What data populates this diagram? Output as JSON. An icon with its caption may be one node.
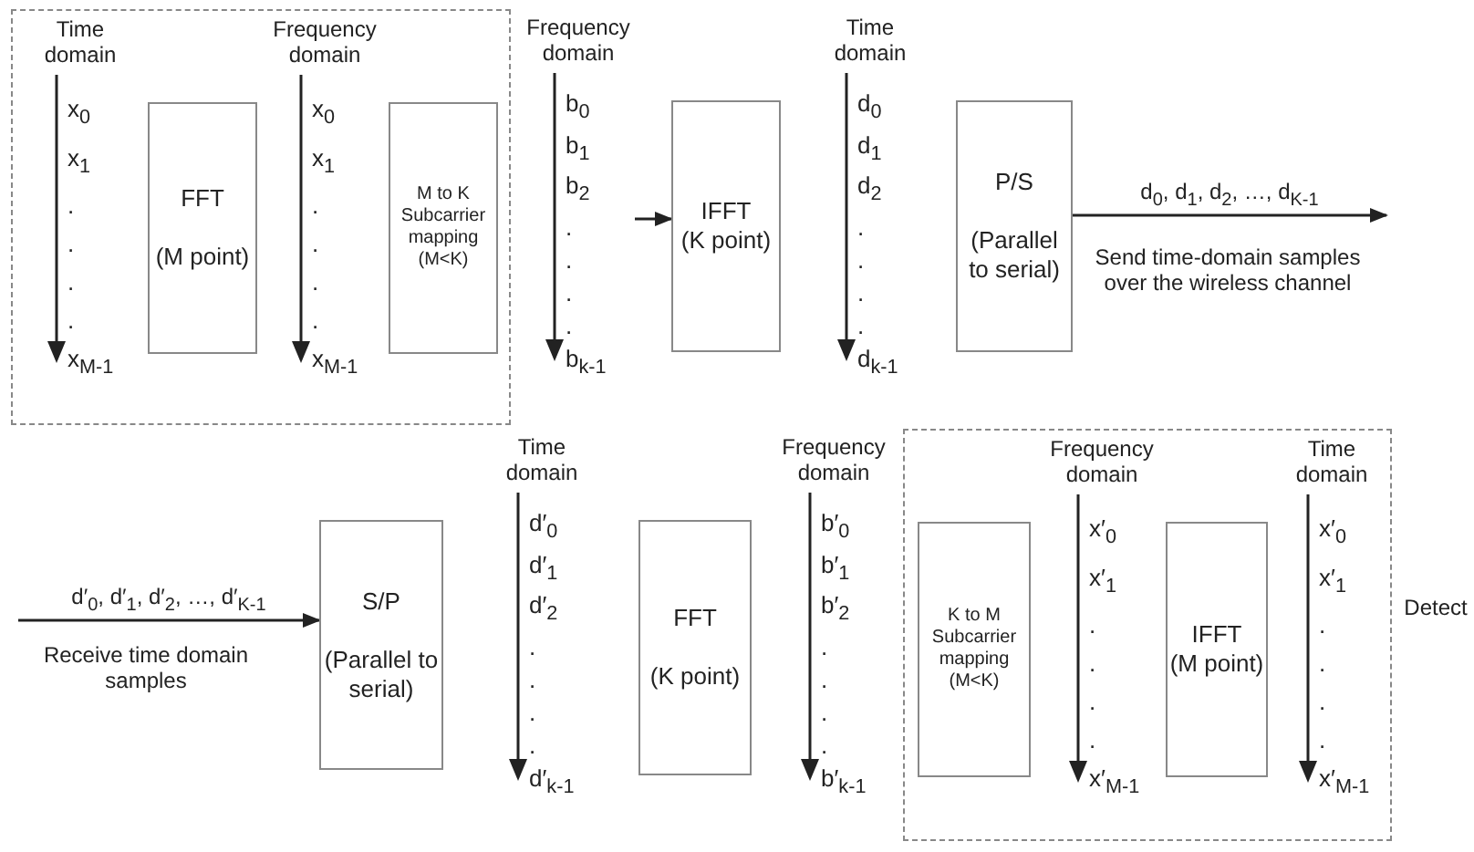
{
  "diagram": {
    "nodes": [
      {
        "text": [],
        "shape": "box"
      },
      {
        "text": [
          "Time domain",
          "x$_{0}$ x$_{1}$ . . . . x$_{M-1}$"
        ],
        "in": 0
      },
      {
        "text": [
          "FFT",
          "(M point)"
        ],
        "in": 0
      },
      {
        "text": [
          "Frequency domain",
          "x$_{0}$ x$_{1}$ . . . . x$_{M-1}$"
        ],
        "in": 0
      },
      {
        "text": [
          "M to K Subcarrier mapping (M<K)"
        ],
        "in": 0
      },
      {
        "text": [
          "Frequency domain",
          "b$_{0}$ b$_{1}$ b$_{2}$ . . . . b$_{k-1}$"
        ]
      },
      {
        "text": [
          "IFFT",
          "(K point)"
        ]
      },
      {
        "text": [
          "Time domain",
          "d$_{0}$ d$_{1}$ d$_{2}$ . . . . d$_{k-1}$"
        ]
      },
      {
        "text": [
          "P/S",
          "(Parallel to serial)"
        ]
      },
      {
        "text": [
          "S/P",
          "(Parallel to serial)"
        ]
      },
      {
        "text": [
          "Time domain",
          "d′$_{0}$ d′$_{1}$ d′$_{2}$ . . . . d′$_{k-1}$"
        ]
      },
      {
        "text": [
          "FFT",
          "(K point)"
        ]
      },
      {
        "text": [
          "Frequency domain",
          "b′$_{0}$ b′$_{1}$ b′$_{2}$ . . . . b′$_{k-1}$"
        ]
      },
      {
        "text": [],
        "shape": "box"
      },
      {
        "text": [
          "K to M Subcarrier mapping (M<K)"
        ],
        "in": 13
      },
      {
        "text": [
          "Frequency domain",
          "x′$_{0}$ x′$_{1}$ . . . . x′$_{M-1}$"
        ],
        "in": 13
      },
      {
        "text": [
          "IFFT",
          "(M point)"
        ],
        "in": 13
      },
      {
        "text": [
          "Time domain",
          "x′$_{0}$ x′$_{1}$ . . . . x′$_{M-1}$"
        ],
        "in": 13
      }
    ],
    "edges": [
      {
        "from": 5,
        "to": 6,
        "arrow": "to"
      },
      {
        "from": 8,
        "to": null,
        "arrow": "to",
        "label": "d$_{0}$, d$_{1}$, d$_{2}$, …, d$_{K-1}$"
      },
      {
        "from": null,
        "to": 9,
        "arrow": "to",
        "label": "d′$_{0}$, d′$_{1}$, d′$_{2}$, …, d′$_{K-1}$"
      }
    ],
    "labels": [
      "Send time-domain samples over the wireless channel",
      "Receive time domain samples",
      "Detect"
    ]
  }
}
